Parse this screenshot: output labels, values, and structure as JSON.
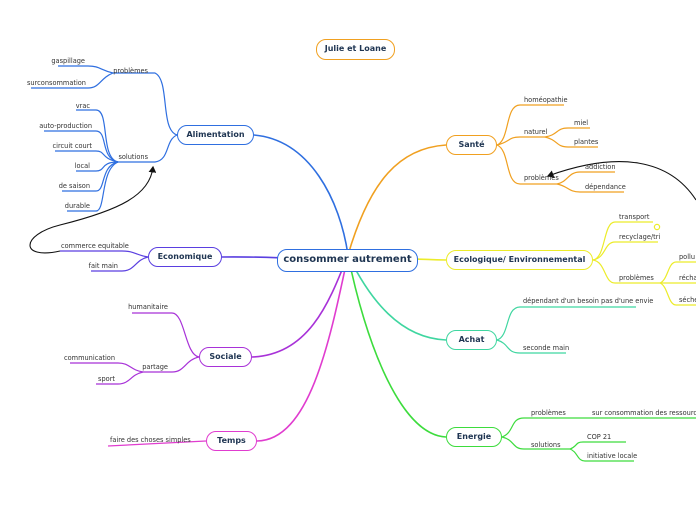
{
  "title_tag": "Julie et Loane",
  "central": "consommer autrement",
  "alimentation": {
    "label": "Alimentation",
    "problemes_label": "problèmes",
    "problemes": [
      "gaspillage",
      "surconsommation"
    ],
    "solutions_label": "solutions",
    "solutions": [
      "vrac",
      "auto-production",
      "circuit court",
      "local",
      "de saison",
      "durable"
    ]
  },
  "economique": {
    "label": "Economique",
    "items": [
      "commerce equitable",
      "fait main"
    ]
  },
  "sociale": {
    "label": "Sociale",
    "humanitaire": "humanitaire",
    "partage_label": "partage",
    "partage": [
      "communication",
      "sport"
    ]
  },
  "temps": {
    "label": "Temps",
    "items": [
      "faire des choses simples"
    ]
  },
  "sante": {
    "label": "Santé",
    "homeopathie": "homéopathie",
    "naturel_label": "naturel",
    "naturel": [
      "miel",
      "plantes"
    ],
    "problemes_label": "problèmes",
    "problemes": [
      "addiction",
      "dépendance"
    ]
  },
  "ecologique": {
    "label": "Ecologique/ Environnemental",
    "items": [
      "transport",
      "recyclage/tri"
    ],
    "problemes_label": "problèmes",
    "problemes": [
      "pollu",
      "réchau",
      "séche"
    ]
  },
  "achat": {
    "label": "Achat",
    "items": [
      "dépendant d'un besoin pas d'une envie",
      "seconde main"
    ]
  },
  "energie": {
    "label": "Energie",
    "problemes_label": "problèmes",
    "problemes": [
      "sur consommation des ressources na"
    ],
    "solutions_label": "solutions",
    "solutions": [
      "COP 21",
      "initiative locale"
    ]
  },
  "colors": {
    "alimentation": "#2f6fe0",
    "economique": "#5a3fe0",
    "sociale": "#a832d8",
    "temps": "#e03ccf",
    "sante": "#f0a020",
    "ecologique": "#ecec2a",
    "achat": "#3fd6a0",
    "energie": "#3ddc3d",
    "title": "#f0a020",
    "central": "#2f6fe0"
  }
}
